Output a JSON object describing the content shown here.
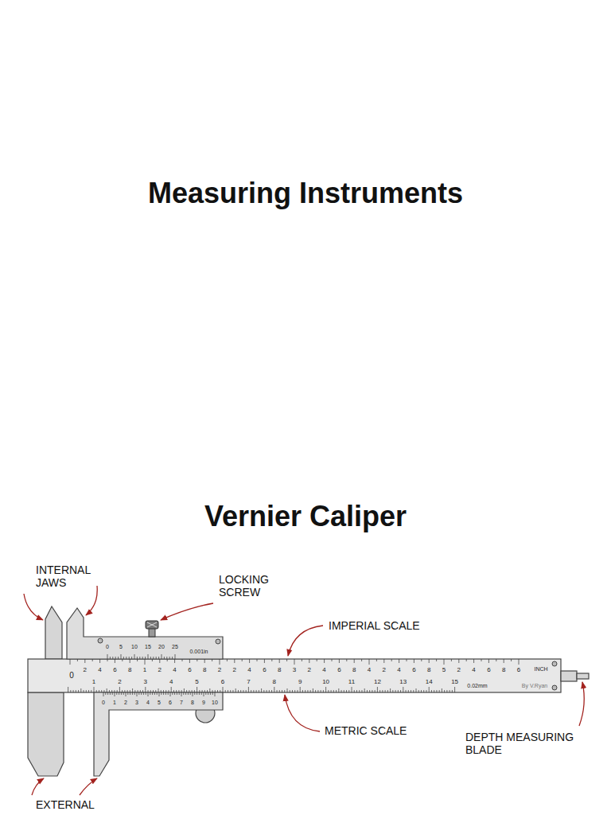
{
  "diagram": {
    "title": "Measuring Instruments",
    "labels": [
      "Vernier Caliper",
      "INTERNAL JAWS",
      "LOCKING SCREW",
      "IMPERIAL SCALE",
      "METRIC SCALE",
      "DEPTH MEASURING BLADE",
      "EXTERNAL",
      "INCH",
      "0.001in",
      "0.02mm",
      "By V.Ryan",
      "0",
      "0",
      "5",
      "10",
      "15",
      "20",
      "25",
      "0",
      "1",
      "2",
      "3",
      "4",
      "5",
      "6",
      "7",
      "8",
      "9",
      "10",
      "2",
      "4",
      "6",
      "8",
      "1",
      "2",
      "4",
      "6",
      "8",
      "2",
      "2",
      "4",
      "6",
      "8",
      "3",
      "2",
      "4",
      "6",
      "8",
      "4",
      "2",
      "4",
      "6",
      "8",
      "5",
      "2",
      "4",
      "6",
      "8",
      "6",
      "1",
      "2",
      "3",
      "4",
      "5",
      "6",
      "7",
      "8",
      "9",
      "10",
      "11",
      "12",
      "13",
      "14",
      "15"
    ]
  }
}
